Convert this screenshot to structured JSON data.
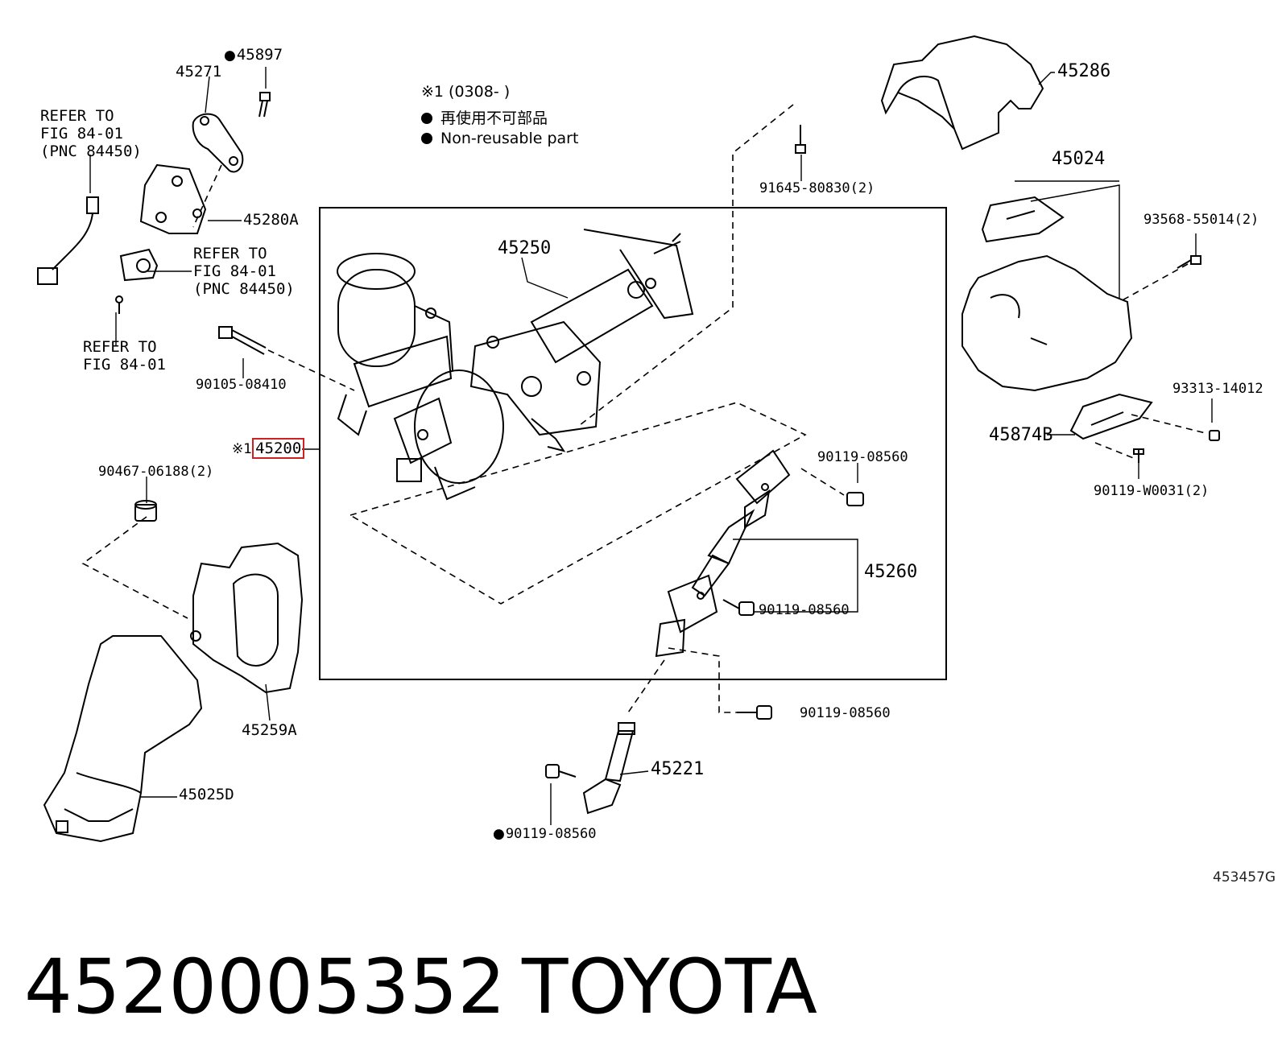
{
  "diagram": {
    "note_title": "※1 (0308-     )",
    "legend_reuse_jp": "再使用不可部品",
    "legend_reuse_en": "Non-reusable part",
    "figure_code": "453457G",
    "refer_a": "REFER TO",
    "refer_a2": "FIG 84-01",
    "refer_a3": "(PNC 84450)",
    "refer_b": "REFER TO",
    "refer_b2": "FIG 84-01",
    "refer_b3": "(PNC 84450)",
    "refer_c": "REFER TO",
    "refer_c2": "FIG 84-01",
    "parts": {
      "p45271": "45271",
      "p45897": "45897",
      "p45280A": "45280A",
      "p45250": "45250",
      "p90105": "90105-08410",
      "p45200_mark": "※1",
      "p45200": "45200",
      "p90467": "90467-06188(2)",
      "p45259A": "45259A",
      "p45025D": "45025D",
      "p91645": "91645-80830(2)",
      "p45286": "45286",
      "p45024": "45024",
      "p93568": "93568-55014(2)",
      "p93313": "93313-14012",
      "p45874B": "45874B",
      "p90119W": "90119-W0031(2)",
      "p90119a": "90119-08560",
      "p45260": "45260",
      "p90119b": "90119-08560",
      "p90119c": "90119-08560",
      "p45221": "45221",
      "p90119d": "90119-08560"
    }
  },
  "footer": {
    "part_number": "4520005352",
    "brand": "TOYOTA"
  }
}
